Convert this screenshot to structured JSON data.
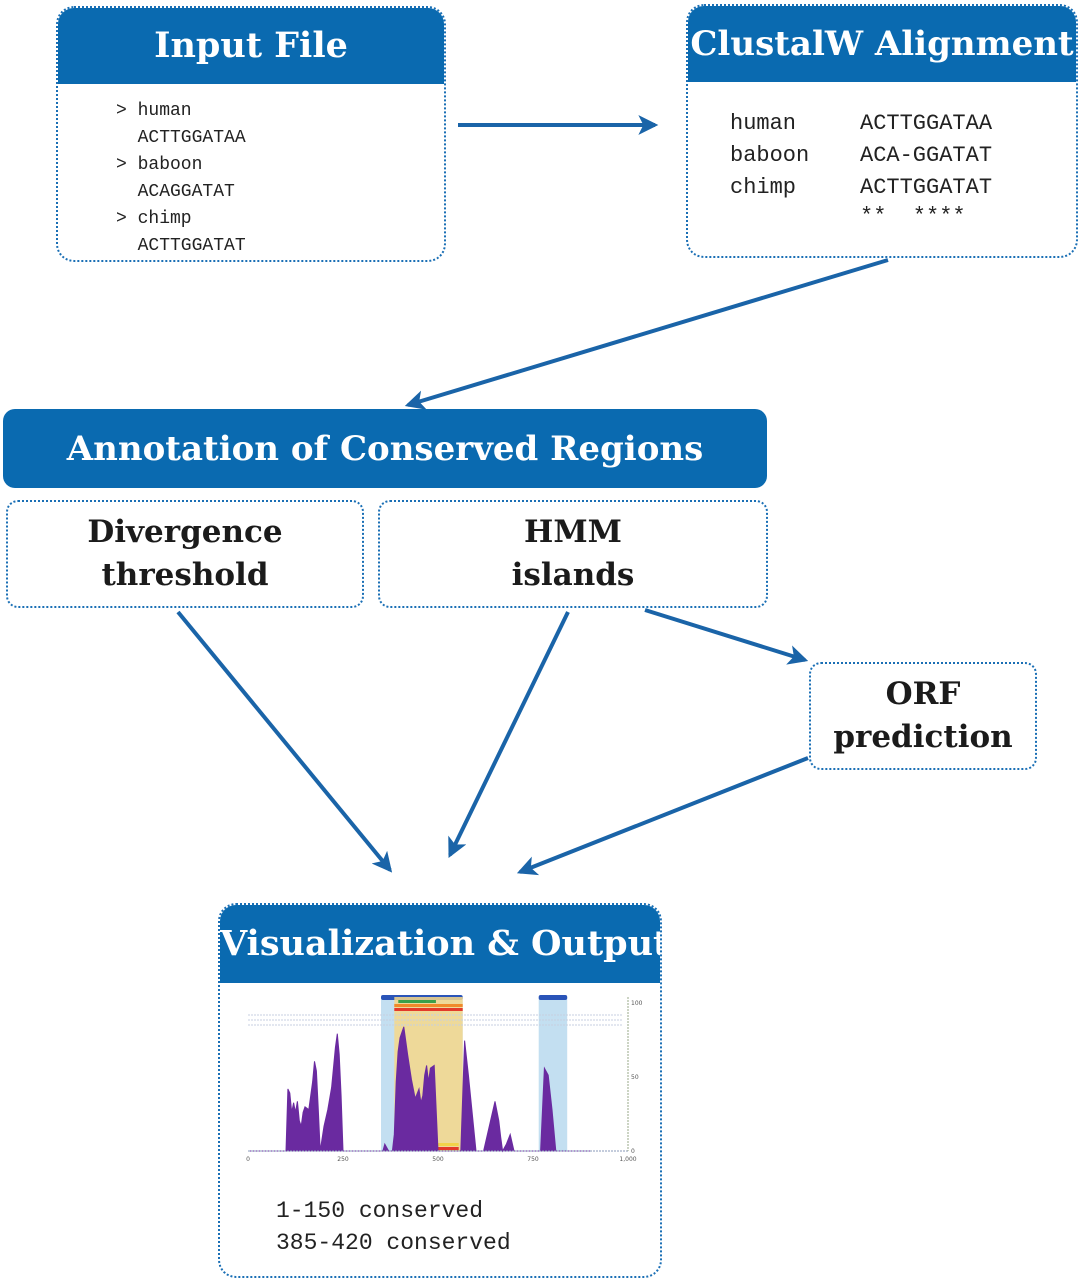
{
  "colors": {
    "accent": "#0a6ab0",
    "arrow": "#1a64a8",
    "histogram": "#6a2aa0",
    "conserved_region": "#b9d9ef",
    "hmm_island": "#f6d88a",
    "orf_bars": [
      "#2a54b8",
      "#3aa04a",
      "#f08a2a",
      "#e33a2a",
      "#f2d34a"
    ]
  },
  "input_file": {
    "title": "Input File",
    "lines": [
      "> human",
      "  ACTTGGATAA",
      "> baboon",
      "  ACAGGATAT",
      "> chimp",
      "  ACTTGGATAT"
    ]
  },
  "alignment": {
    "title": "ClustalW Alignment",
    "rows": [
      {
        "name": "human",
        "seq": "ACTTGGATAA"
      },
      {
        "name": "baboon",
        "seq": "ACA-GGATAT"
      },
      {
        "name": "chimp",
        "seq": "ACTTGGATAT"
      }
    ],
    "consensus": "**  ****"
  },
  "annotation": {
    "title": "Annotation of Conserved Regions",
    "methods": [
      {
        "line1": "Divergence",
        "line2": "threshold"
      },
      {
        "line1": "HMM",
        "line2": "islands"
      }
    ]
  },
  "orf": {
    "line1": "ORF",
    "line2": "prediction"
  },
  "output": {
    "title": "Visualization & Output",
    "results": [
      "1-150 conserved",
      "385-420 conserved"
    ]
  },
  "chart_data": {
    "type": "area",
    "title": "",
    "xlabel": "",
    "ylabel": "",
    "x_tick_labels": [
      "0",
      "250",
      "500",
      "750",
      "1,000"
    ],
    "y_tick_labels": [
      "0",
      "50",
      "100"
    ],
    "xlim": [
      0,
      1000
    ],
    "ylim": [
      0,
      100
    ],
    "series": [
      {
        "name": "conservation",
        "x": [
          0,
          60,
          100,
          105,
          110,
          115,
          120,
          125,
          130,
          135,
          140,
          145,
          150,
          160,
          165,
          170,
          175,
          180,
          185,
          190,
          200,
          210,
          220,
          230,
          235,
          240,
          245,
          250,
          255,
          260,
          265,
          280,
          300,
          320,
          340,
          355,
          360,
          370,
          380,
          385,
          390,
          395,
          400,
          410,
          420,
          430,
          440,
          450,
          455,
          460,
          465,
          470,
          475,
          480,
          490,
          500,
          520,
          545,
          550,
          560,
          570,
          580,
          600,
          620,
          650,
          660,
          665,
          670,
          680,
          690,
          700,
          720,
          750,
          770,
          780,
          790,
          800,
          810,
          830,
          900
        ],
        "y": [
          0,
          0,
          0,
          45,
          42,
          28,
          35,
          28,
          36,
          22,
          18,
          28,
          32,
          30,
          40,
          50,
          65,
          58,
          30,
          0,
          18,
          30,
          46,
          75,
          85,
          70,
          40,
          0,
          0,
          0,
          0,
          0,
          0,
          0,
          0,
          0,
          5,
          0,
          0,
          12,
          50,
          72,
          82,
          90,
          70,
          52,
          38,
          45,
          35,
          40,
          55,
          62,
          50,
          60,
          62,
          0,
          0,
          0,
          0,
          0,
          80,
          55,
          0,
          0,
          36,
          22,
          10,
          0,
          5,
          12,
          0,
          0,
          0,
          0,
          60,
          55,
          30,
          0,
          0,
          0
        ]
      }
    ],
    "regions": [
      {
        "name": "conserved-region-1",
        "type": "conserved",
        "x_start": 350,
        "x_end": 565
      },
      {
        "name": "hmm-island",
        "type": "hmm_island",
        "x_start": 385,
        "x_end": 565
      },
      {
        "name": "conserved-region-2",
        "type": "conserved",
        "x_start": 765,
        "x_end": 840
      }
    ],
    "grid": false,
    "legend": "none"
  }
}
